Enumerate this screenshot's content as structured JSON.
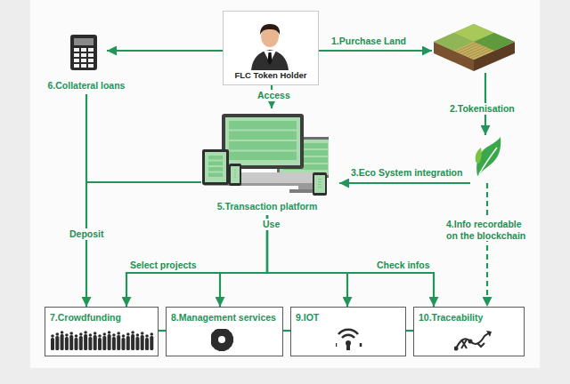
{
  "diagram": {
    "nodes": [
      {
        "text": [
          "6.Collateral loans"
        ]
      },
      {
        "text": [
          "FLC Token Holder"
        ]
      },
      {
        "text": []
      },
      {
        "text": []
      },
      {
        "text": [
          "5.Transaction platform"
        ]
      },
      {
        "text": [
          "7.Crowdfunding"
        ]
      },
      {
        "text": [
          "8.Management services"
        ]
      },
      {
        "text": [
          "9.IOT"
        ]
      },
      {
        "text": [
          "10.Traceability"
        ]
      }
    ],
    "edges": [
      {
        "from": 1,
        "to": 2,
        "label": "1.Purchase Land",
        "arrow": "to"
      },
      {
        "from": 2,
        "to": 3,
        "label": "2.Tokenisation",
        "arrow": "to"
      },
      {
        "from": 3,
        "to": 4,
        "label": "3.Eco System integration",
        "arrow": "to"
      },
      {
        "from": 3,
        "to": 8,
        "label": "4.Info recordable on the blockchain",
        "arrow": "to"
      },
      {
        "from": 1,
        "to": 4,
        "label": "Access",
        "arrow": "to"
      },
      {
        "from": 1,
        "to": 0,
        "arrow": "to"
      },
      {
        "from": 0,
        "to": 5,
        "label": "Deposit",
        "arrow": "to"
      },
      {
        "from": 4,
        "to": 5,
        "label": "Select projects",
        "arrow": "to"
      },
      {
        "from": 4,
        "to": 6,
        "arrow": "to"
      },
      {
        "from": 4,
        "to": 7,
        "arrow": "to"
      },
      {
        "from": 4,
        "to": 8,
        "label": "Check infos",
        "arrow": "to"
      },
      {
        "from": 5,
        "to": 6,
        "arrow": "none"
      },
      {
        "from": 6,
        "to": 7,
        "arrow": "none"
      },
      {
        "from": 7,
        "to": 8,
        "arrow": "none"
      }
    ],
    "labels": [
      "Use"
    ]
  }
}
